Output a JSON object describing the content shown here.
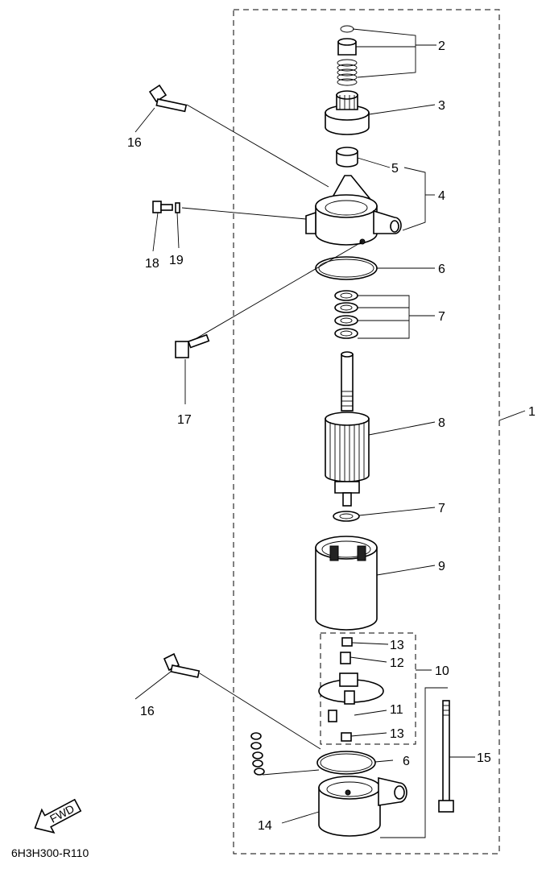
{
  "diagram": {
    "drawing_code": "6H3H300-R110",
    "fwd_label": "FWD",
    "callouts": {
      "c1": "1",
      "c2": "2",
      "c3": "3",
      "c4": "4",
      "c5": "5",
      "c6a": "6",
      "c6b": "6",
      "c7a": "7",
      "c7b": "7",
      "c8": "8",
      "c9": "9",
      "c10": "10",
      "c11": "11",
      "c12": "12",
      "c13a": "13",
      "c13b": "13",
      "c14": "14",
      "c15": "15",
      "c16a": "16",
      "c16b": "16",
      "c17": "17",
      "c18": "18",
      "c19": "19"
    }
  }
}
